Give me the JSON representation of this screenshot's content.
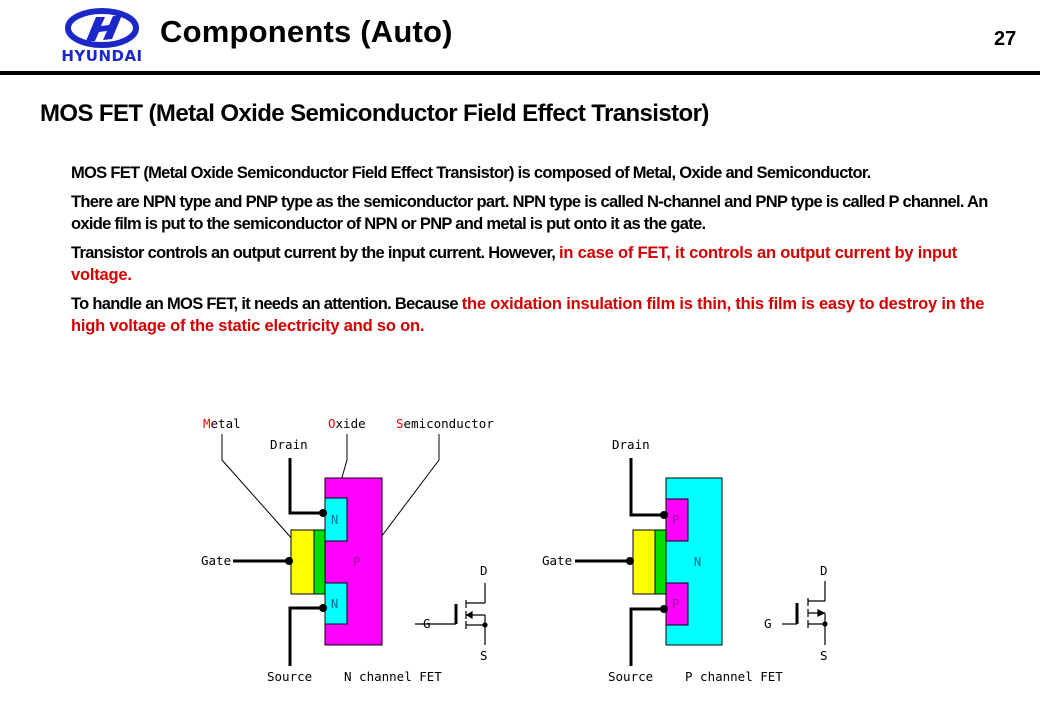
{
  "header": {
    "logo_text": "HYUNDAI",
    "title": "Components (Auto)",
    "page_number": "27",
    "brand_color": "#1b27c8"
  },
  "section_title": "MOS FET (Metal Oxide Semiconductor Field Effect Transistor)",
  "paragraphs": [
    {
      "normal": "MOS FET (Metal Oxide Semiconductor Field Effect Transistor) is composed of Metal, Oxide and Semiconductor.",
      "highlight": ""
    },
    {
      "normal": "There are NPN type and PNP type as the semiconductor part. NPN type is called N-channel and PNP type is called P channel. An oxide film is put to the semiconductor of NPN or PNP and metal is put onto it as the gate.",
      "highlight": ""
    },
    {
      "normal": "Transistor controls an output current by the input current. However, ",
      "highlight": "in case of FET, it controls an output current by input voltage."
    },
    {
      "normal": "To handle an MOS FET, it needs an attention. Because ",
      "highlight": "the oxidation insulation film is thin, this film is easy to destroy in the high voltage of the static electricity and so on."
    }
  ],
  "highlight_color": "#d40000",
  "diagram": {
    "callouts": {
      "metal": {
        "initial": "M",
        "rest": "etal"
      },
      "oxide": {
        "initial": "O",
        "rest": "xide"
      },
      "semiconductor": {
        "initial": "S",
        "rest": "emiconductor"
      }
    },
    "n_channel": {
      "caption": "N channel FET",
      "drain_label": "Drain",
      "gate_label": "Gate",
      "source_label": "Source",
      "substrate_label": "P",
      "drain_region_label": "N",
      "source_region_label": "N",
      "symbol": {
        "d": "D",
        "g": "G",
        "s": "S"
      }
    },
    "p_channel": {
      "caption": "P channel FET",
      "drain_label": "Drain",
      "gate_label": "Gate",
      "source_label": "Source",
      "substrate_label": "N",
      "drain_region_label": "P",
      "source_region_label": "P",
      "symbol": {
        "d": "D",
        "g": "G",
        "s": "S"
      }
    },
    "colors": {
      "metal": "#ffff00",
      "oxide": "#00e000",
      "n_type": "#00ffff",
      "p_type": "#ff00ff",
      "region_text_on_magenta": "#9a009a",
      "region_text_on_cyan": "#006c8c",
      "callout_initial": "#ff0000"
    }
  }
}
